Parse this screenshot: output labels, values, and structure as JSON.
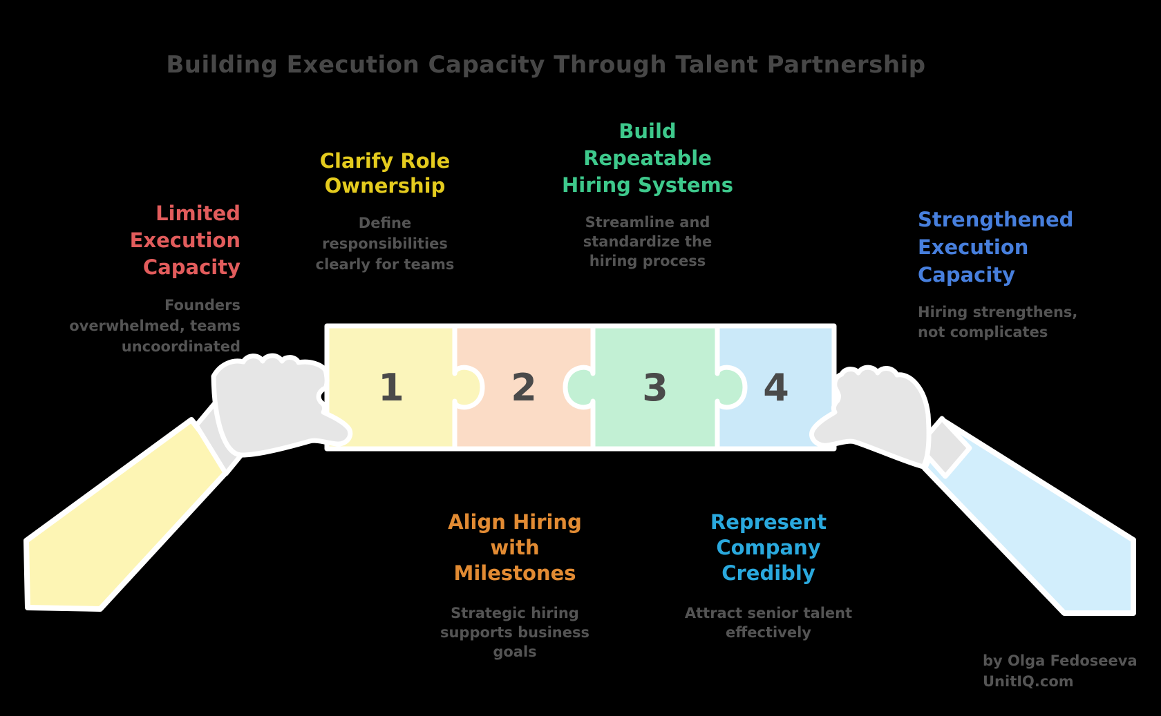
{
  "title": {
    "text": "Building Execution Capacity Through Talent Partnership",
    "color": "#474747"
  },
  "callouts": {
    "limited": {
      "heading": "Limited\nExecution\nCapacity",
      "subtitle": "Founders\noverwhelmed, teams\nuncoordinated",
      "color": "#e25c5c"
    },
    "clarify": {
      "heading": "Clarify Role\nOwnership",
      "subtitle": "Define\nresponsibilities\nclearly for teams",
      "color": "#e4cb1e"
    },
    "build": {
      "heading": "Build\nRepeatable\nHiring Systems",
      "subtitle": "Streamline and\nstandardize the\nhiring process",
      "color": "#3ec98c"
    },
    "strengthened": {
      "heading": "Strengthened\nExecution\nCapacity",
      "subtitle": "Hiring strengthens,\nnot complicates",
      "color": "#477fdd"
    },
    "align": {
      "heading": "Align Hiring\nwith\nMilestones",
      "subtitle": "Strategic hiring\nsupports business\ngoals",
      "color": "#e28b33"
    },
    "represent": {
      "heading": "Represent\nCompany\nCredibly",
      "subtitle": "Attract senior talent\neffectively",
      "color": "#2aa9de"
    }
  },
  "puzzle": {
    "pieces": [
      {
        "number": "1",
        "fill": "#fbf5bb"
      },
      {
        "number": "2",
        "fill": "#fbdcc6"
      },
      {
        "number": "3",
        "fill": "#c2f0d4"
      },
      {
        "number": "4",
        "fill": "#cbe9f9"
      }
    ],
    "number_color": "#4a4a4a",
    "outline_color": "#ffffff"
  },
  "illustration": {
    "left_sleeve_color": "#fdf5b4",
    "right_sleeve_color": "#d2eefc",
    "cuff_color": "#e4e4e4",
    "hand_color": "#e6e6e6"
  },
  "attribution": {
    "text": "by Olga Fedoseeva\nUnitIQ.com",
    "color": "#555555"
  },
  "background_color": "#000000",
  "subtitle_color": "#545454"
}
